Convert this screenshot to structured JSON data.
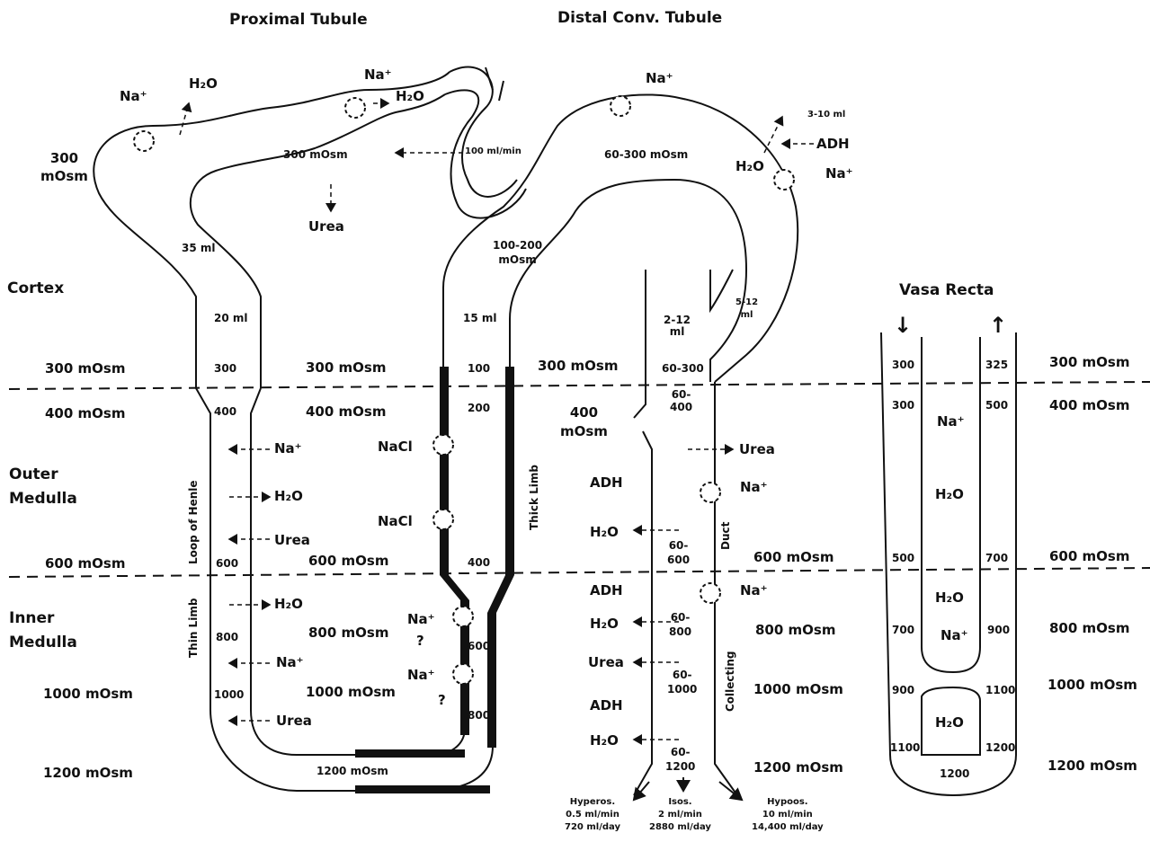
{
  "titles": {
    "proximal": "Proximal Tubule",
    "distal": "Distal Conv. Tubule",
    "vasa_recta": "Vasa Recta"
  },
  "zones": {
    "cortex": "Cortex",
    "outer_medulla": "Outer\nMedulla",
    "inner_medulla": "Inner\nMedulla"
  },
  "left_scale": {
    "top_300": "300\nmOsm",
    "l300": "300 mOsm",
    "l400": "400 mOsm",
    "l600": "600 mOsm",
    "l1000": "1000 mOsm",
    "l1200": "1200 mOsm"
  },
  "interstitium": {
    "i300": "300 mOsm",
    "i400": "400 mOsm",
    "i600": "600 mOsm",
    "i800": "800 mOsm",
    "i1000": "1000 mOsm",
    "i1200": "1200 mOsm"
  },
  "proximal": {
    "na1": "Na⁺",
    "h2o1": "H₂O",
    "na2": "Na⁺",
    "h2o2": "H₂O",
    "osm": "300 mOsm",
    "flow": "100 ml/min",
    "urea": "Urea",
    "vol35": "35 ml",
    "vol20": "20 ml",
    "v300": "300",
    "v400": "400",
    "v600": "600",
    "v800": "800",
    "v1000": "1000"
  },
  "loop": {
    "loop_label": "Loop of Henle",
    "thin_limb": "Thin Limb",
    "thick_limb": "Thick Limb",
    "na1": "Na⁺",
    "h2o1": "H₂O",
    "urea1": "Urea",
    "h2o2": "H₂O",
    "na2": "Na⁺",
    "urea2": "Urea",
    "nacl1": "NaCl",
    "nacl2": "NaCl",
    "na3": "Na⁺",
    "na4": "Na⁺",
    "q1": "?",
    "q2": "?",
    "vol15": "15 ml",
    "a100": "100",
    "a200": "200",
    "a400": "400",
    "a600": "600",
    "a800": "800",
    "bottom": "1200 mOsm",
    "dct_in": "100-200\nmOsm"
  },
  "distal": {
    "na1": "Na⁺",
    "osm": "60-300 mOsm",
    "ml": "3-10 ml",
    "adh": "ADH",
    "h2o": "H₂O",
    "na2": "Na⁺",
    "c212": "2-12\nml",
    "c512": "5-12\nml",
    "r300": "300 mOsm",
    "r60300": "60-300",
    "r60400": "60-\n400",
    "r400": "400\nmOsm",
    "urea": "Urea",
    "na3": "Na⁺",
    "adh1": "ADH",
    "h2o1": "H₂O",
    "r60600": "60-\n600",
    "duct": "Duct",
    "na4": "Na⁺",
    "adh2": "ADH",
    "h2o2": "H₂O",
    "r60800": "60-\n800",
    "urea2": "Urea",
    "r601000": "60-\n1000",
    "collecting": "Collecting",
    "adh3": "ADH",
    "h2o3": "H₂O",
    "r601200": "60-\n1200",
    "hyperos": "Hyperos.\n0.5 ml/min\n720 ml/day",
    "isos": "Isos.\n2 ml/min\n2880 ml/day",
    "hypoos": "Hypoos.\n10 ml/min\n14,400 ml/day"
  },
  "vasa": {
    "down": "↓",
    "up": "↑",
    "l300a": "300",
    "r325": "325",
    "l300b": "300",
    "r500": "500",
    "na1": "Na⁺",
    "h2o1": "H₂O",
    "l500": "500",
    "r700": "700",
    "h2o2": "H₂O",
    "l700": "700",
    "na2": "Na⁺",
    "r900": "900",
    "l900": "900",
    "r1100": "1100",
    "h2o3": "H₂O",
    "l1100": "1100",
    "r1200": "1200",
    "bottom": "1200"
  },
  "right_scale": {
    "r300": "300 mOsm",
    "r400": "400 mOsm",
    "r600": "600 mOsm",
    "r800": "800 mOsm",
    "r1000": "1000 mOsm",
    "r1200": "1200 mOsm"
  }
}
